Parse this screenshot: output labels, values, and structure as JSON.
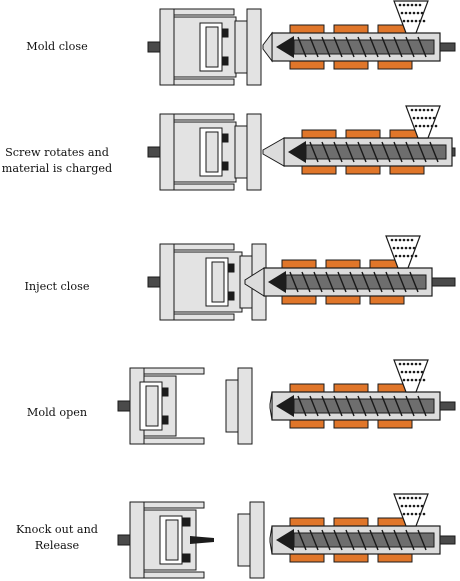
{
  "colors": {
    "frame": "#e3e3e3",
    "outline": "#1a1a1a",
    "rod": "#4a4a4a",
    "heater": "#e0762a",
    "barrel": "#dcdcdc",
    "screw": "#6e6e6e",
    "melt": "#1c1c1c",
    "pellets": "#ffffff"
  },
  "stages": [
    {
      "lines": [
        "Mold close"
      ],
      "mode": "close"
    },
    {
      "lines": [
        "Screw rotates and",
        "material is charged"
      ],
      "mode": "charge"
    },
    {
      "lines": [
        "Inject close"
      ],
      "mode": "inject"
    },
    {
      "lines": [
        "Mold open"
      ],
      "mode": "open"
    },
    {
      "lines": [
        "Knock out and",
        "Release"
      ],
      "mode": "eject"
    }
  ]
}
